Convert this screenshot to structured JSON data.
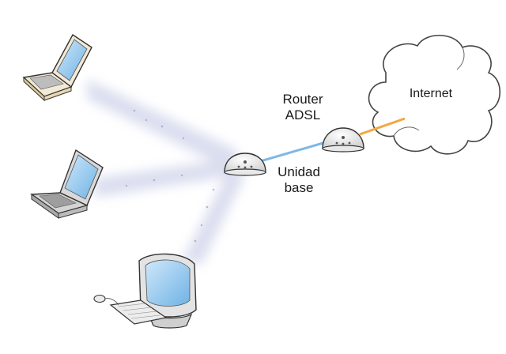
{
  "labels": {
    "internet": "Internet",
    "router_line1": "Router",
    "router_line2": "ADSL",
    "base_line1": "Unidad",
    "base_line2": "base"
  },
  "colors": {
    "router_to_base_link": "#7fb8e6",
    "router_to_internet_link": "#f4a640",
    "wireless_haze": "#cfd3ea",
    "screen_blue": "#8fc8ee",
    "device_body": "#e6e6e6",
    "laptop1_body": "#f2e9d6",
    "outline": "#333333"
  }
}
